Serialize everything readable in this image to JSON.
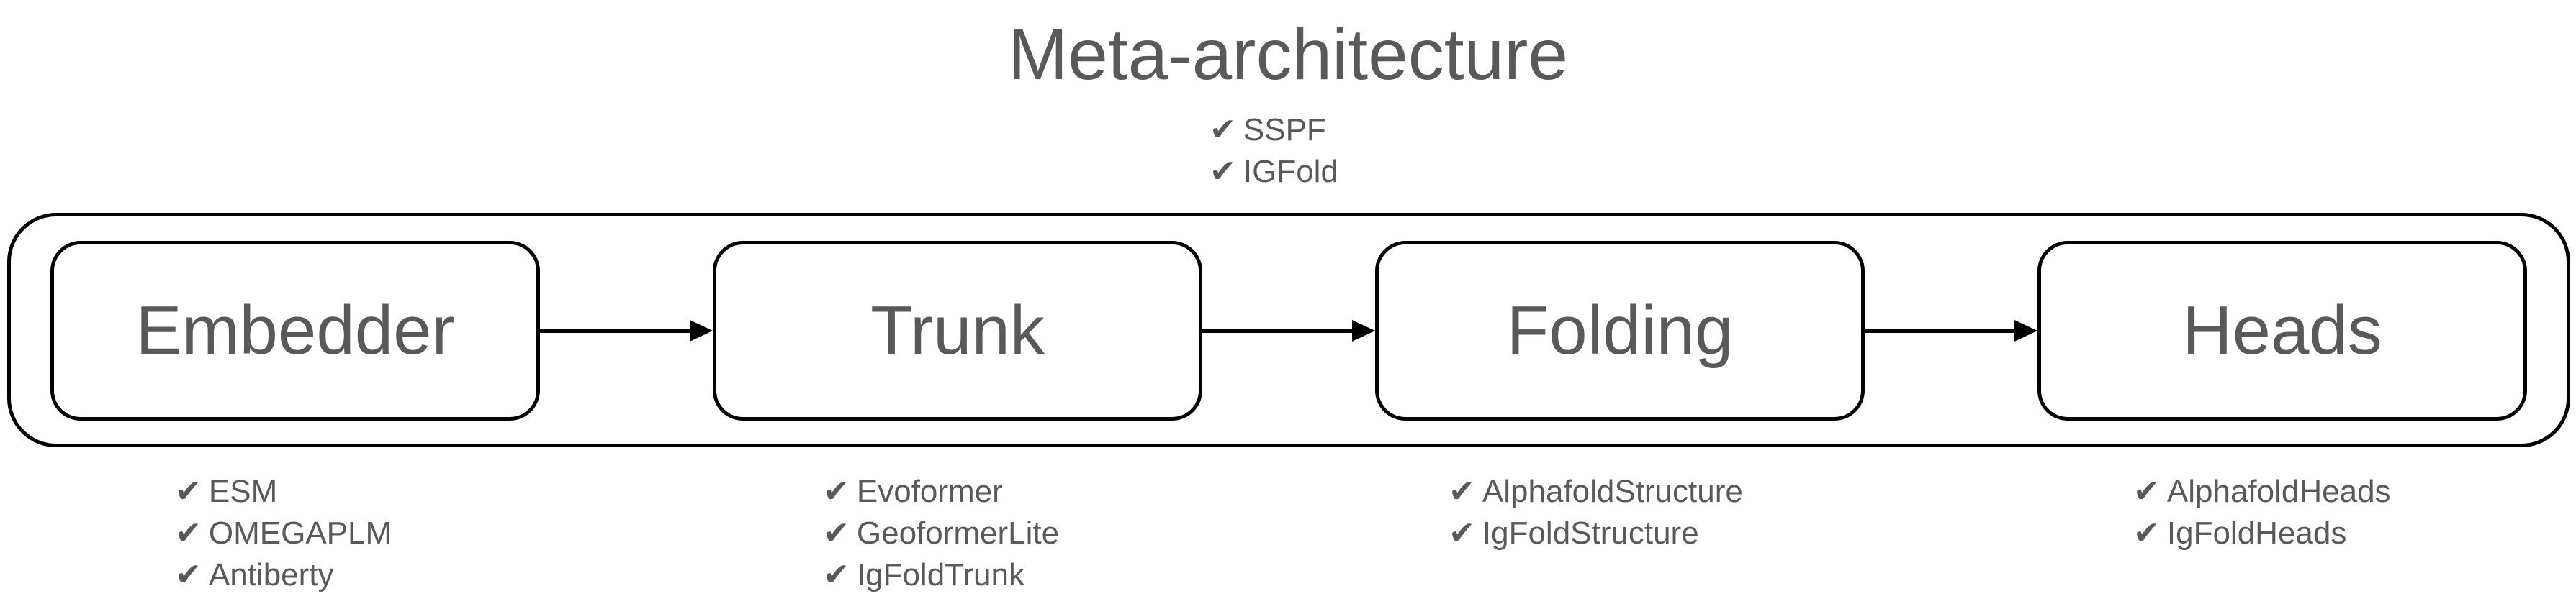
{
  "title": "Meta-architecture",
  "colors": {
    "text_gray": "#595959",
    "line_black": "#000000",
    "background": "#ffffff"
  },
  "icons": {
    "check_glyph": "✔",
    "arrowhead": "right-triangle"
  },
  "meta_list": {
    "items": [
      "SSPF",
      "IGFold"
    ]
  },
  "pipeline": {
    "boxes": [
      {
        "label": "Embedder",
        "items": [
          "ESM",
          "OMEGAPLM",
          "Antiberty"
        ]
      },
      {
        "label": "Trunk",
        "items": [
          "Evoformer",
          "GeoformerLite",
          "IgFoldTrunk"
        ]
      },
      {
        "label": "Folding",
        "items": [
          "AlphafoldStructure",
          "IgFoldStructure"
        ]
      },
      {
        "label": "Heads",
        "items": [
          "AlphafoldHeads",
          "IgFoldHeads"
        ]
      }
    ]
  }
}
